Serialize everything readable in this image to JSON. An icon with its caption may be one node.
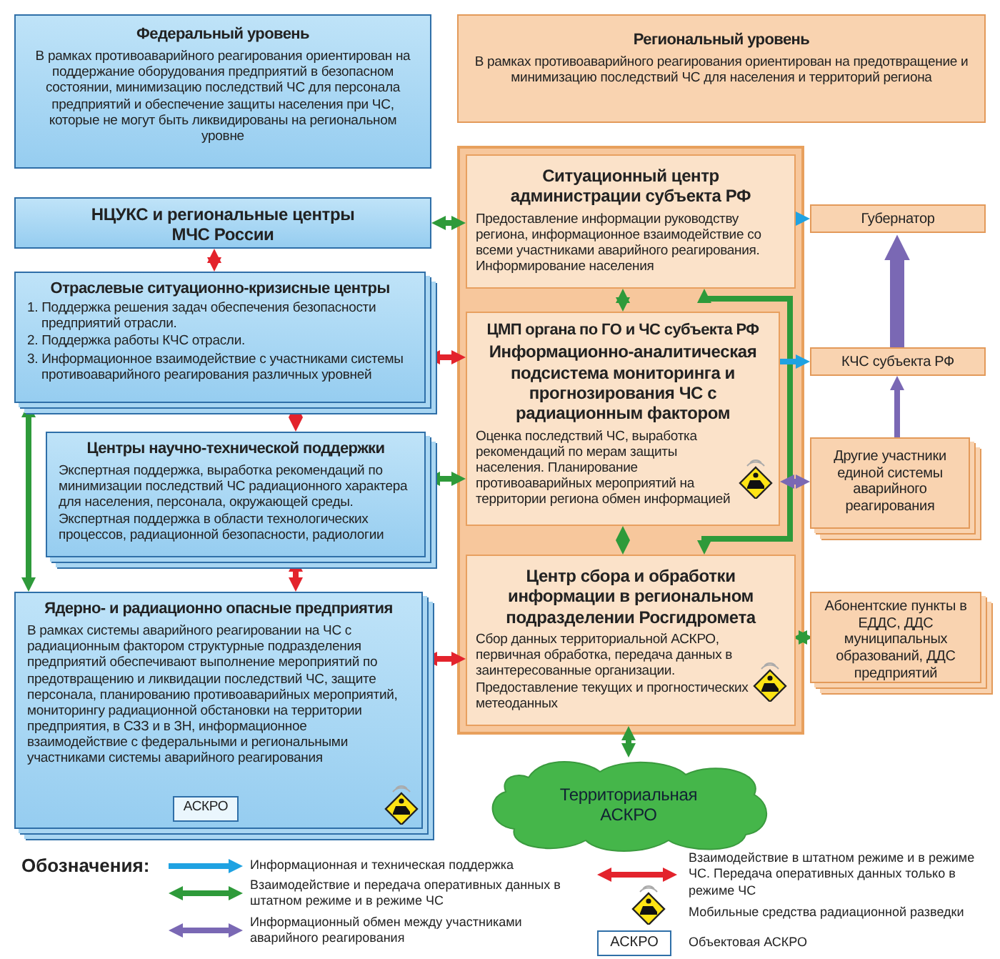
{
  "diagram": {
    "nodes": [
      {
        "text": [
          "Федеральный уровень",
          "В рамках противоаварийного реагирования ориентирован на поддержание оборудования предприятий в безопасном состоянии, минимизацию последствий ЧС для персонала предприятий и обеспечение защиты населения при ЧС, которые не могут быть ликвидированы на региональном уровне"
        ]
      },
      {
        "text": [
          "Региональный уровень",
          "В рамках противоаварийного реагирования ориентирован на предотвращение и минимизацию последствий ЧС для населения и территорий региона"
        ]
      },
      {
        "text": [
          "НЦУКС и региональные центры МЧС России"
        ]
      },
      {
        "text": [],
        "shape": "box"
      },
      {
        "text": [
          "Ситуационный центр администрации субъекта РФ",
          "Предоставление информации руководству региона, информационное взаимодействие со всеми участниками аварийного реагирования. Информирование населения"
        ],
        "in": 3
      },
      {
        "text": [
          "Губернатор"
        ]
      },
      {
        "text": [
          "Отраслевые ситуационно-кризисные центры",
          "1. Поддержка решения задач обеспечения безопасности предприятий отрасли.",
          "2. Поддержка работы КЧС отрасли.",
          "3. Информационное взаимодействие с участниками системы противоаварийного реагирования различных уровней"
        ]
      },
      {
        "text": [
          "ЦМП органа по ГО и ЧС субъекта РФ",
          "Информационно-аналитическая подсистема мониторинга и прогнозирования ЧС с радиационным фактором",
          "Оценка последствий ЧС, выработка рекомендаций по мерам защиты населения. Планирование противоаварийных мероприятий на территории региона обмен информацией"
        ],
        "in": 3
      },
      {
        "text": [
          "КЧС субъекта РФ"
        ]
      },
      {
        "text": [
          "Центры научно-технической поддержки",
          "Экспертная поддержка, выработка рекомендаций по минимизации последствий ЧС радиационного характера для населения, персонала, окружающей среды. Экспертная поддержка в области технологических процессов, радиационной безопасности, радиологии"
        ]
      },
      {
        "text": [
          "Другие участники единой системы аварийного реагирования"
        ]
      },
      {
        "text": [
          "Ядерно- и радиационно опасные предприятия",
          "В рамках системы аварийного реагировании на ЧС с радиационным фактором структурные подразделения предприятий обеспечивают выполнение мероприятий по предотвращению и ликвидации последствий ЧС, защите персонала, планированию противоаварийных мероприятий, мониторингу радиационной обстановки на территории предприятия, в СЗЗ и в ЗН, информационное взаимодействие с федеральными и региональными участниками системы аварийного реагирования"
        ]
      },
      {
        "text": [
          "Центр сбора и обработки информации в региональном подразделении Росгидромета",
          "Сбор данных территориальной АСКРО, первичная обработка, передача данных в заинтересованные организации. Предоставление текущих и прогностических метеоданных"
        ],
        "in": 3
      },
      {
        "text": [
          "Абонентские пункты в ЕДДС, ДДС муниципальных образований, ДДС предприятий"
        ]
      },
      {
        "text": [
          "АСКРО"
        ],
        "in": 11
      },
      {
        "text": [
          "Территориальная АСКРО"
        ]
      }
    ],
    "edges": [
      {
        "from": 2,
        "to": 4,
        "arrow": "both"
      },
      {
        "from": 2,
        "to": 6,
        "arrow": "both",
        "color": "#e3232c"
      },
      {
        "from": 4,
        "to": 5,
        "arrow": "to",
        "color": "#1fa2e2"
      },
      {
        "from": 4,
        "to": 7,
        "arrow": "both"
      },
      {
        "from": 4,
        "to": 12,
        "arrow": "both"
      },
      {
        "from": 6,
        "to": 7,
        "arrow": "both",
        "color": "#e3232c"
      },
      {
        "from": 6,
        "to": 9,
        "arrow": "both",
        "color": "#e3232c"
      },
      {
        "from": 6,
        "to": 11,
        "arrow": "both"
      },
      {
        "from": 7,
        "to": 8,
        "arrow": "to",
        "color": "#1fa2e2"
      },
      {
        "from": 9,
        "to": 7,
        "arrow": "both"
      },
      {
        "from": 7,
        "to": 10,
        "arrow": "both",
        "color": "#7a68b4"
      },
      {
        "from": 10,
        "to": 8,
        "arrow": "to",
        "color": "#7a68b4"
      },
      {
        "from": 8,
        "to": 5,
        "arrow": "to",
        "style": "thick",
        "color": "#7a68b4"
      },
      {
        "from": 9,
        "to": 11,
        "arrow": "both",
        "color": "#e3232c"
      },
      {
        "from": 7,
        "to": 12,
        "arrow": "both"
      },
      {
        "from": 11,
        "to": 12,
        "arrow": "both",
        "color": "#e3232c"
      },
      {
        "from": 12,
        "to": 13,
        "arrow": "both"
      },
      {
        "from": 15,
        "to": 12,
        "arrow": "both"
      }
    ],
    "labels": [
      "Обозначения:",
      "АСКРО"
    ],
    "legend": [
      {
        "text": "Информационная и техническая поддержка"
      },
      {
        "text": "Взаимодействие и передача оперативных данных в штатном режиме и в режиме ЧС"
      },
      {
        "text": "Информационный обмен между участниками аварийного реагирования"
      },
      {
        "text": "Взаимодействие в штатном режиме и в режиме ЧС. Передача оперативных данных только в режиме ЧС"
      },
      {
        "text": "Мобильные средства радиационной разведки"
      },
      {
        "text": "Объектовая АСКРО"
      }
    ]
  }
}
